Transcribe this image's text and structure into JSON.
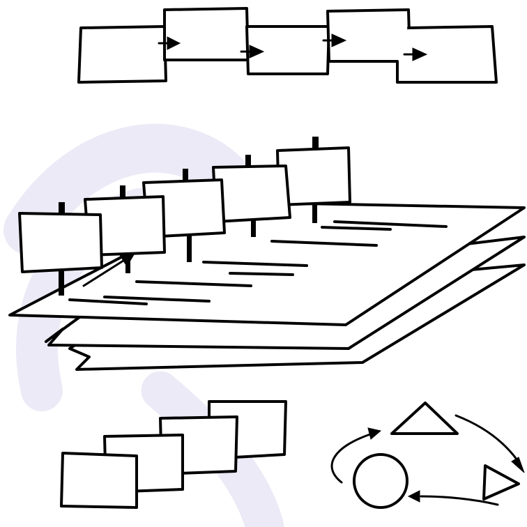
{
  "figure": {
    "background": "#ffffff",
    "ink_color": "#000000",
    "watermark_color": "#c9c3e6"
  },
  "panels": {
    "linear_sequence": {
      "box_count": 5,
      "arrow_count": 4
    },
    "layered_timeline": {
      "sign_count": 5,
      "layer_count": 3,
      "text_line_count": 8
    },
    "stacked_cards": {
      "card_count": 4
    },
    "cycle": {
      "shapes": [
        "triangle",
        "triangle",
        "circle"
      ],
      "arrow_count": 3
    }
  }
}
